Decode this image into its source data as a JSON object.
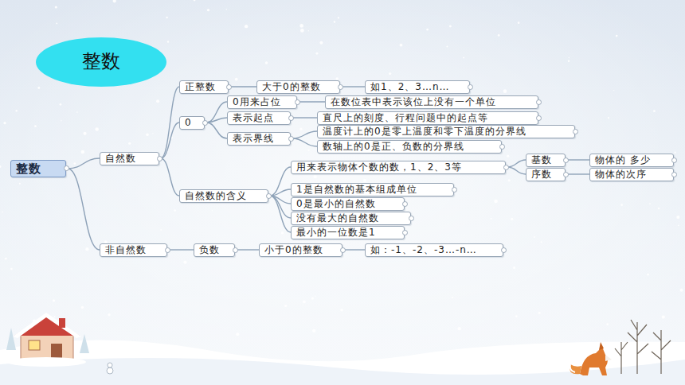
{
  "diagram": {
    "title": "整数",
    "nodes": [
      {
        "text": [
          "整数"
        ]
      },
      {
        "text": [
          "自然数"
        ]
      },
      {
        "text": [
          "非自然数"
        ]
      },
      {
        "text": [
          "正整数"
        ]
      },
      {
        "text": [
          "0"
        ]
      },
      {
        "text": [
          "自然数的含义"
        ]
      },
      {
        "text": [
          "大于0的整数"
        ]
      },
      {
        "text": [
          "如1、2、3…n…"
        ]
      },
      {
        "text": [
          "0用来占位"
        ]
      },
      {
        "text": [
          "在数位表中表示该位上没有一个单位"
        ]
      },
      {
        "text": [
          "表示起点"
        ]
      },
      {
        "text": [
          "直尺上的刻度、行程问题中的起点等"
        ]
      },
      {
        "text": [
          "表示界线"
        ]
      },
      {
        "text": [
          "温度计上的0是零上温度和零下温度的分界线"
        ]
      },
      {
        "text": [
          "数轴上的0是正、负数的分界线"
        ]
      },
      {
        "text": [
          "用来表示物体个数的数，1、2、3等"
        ]
      },
      {
        "text": [
          "基数"
        ]
      },
      {
        "text": [
          "物体的 多少"
        ]
      },
      {
        "text": [
          "序数"
        ]
      },
      {
        "text": [
          "物体的次序"
        ]
      },
      {
        "text": [
          "1是自然数的基本组成单位"
        ]
      },
      {
        "text": [
          "0是最小的自然数"
        ]
      },
      {
        "text": [
          "没有最大的自然数"
        ]
      },
      {
        "text": [
          "最小的一位数是1"
        ]
      },
      {
        "text": [
          "负数"
        ]
      },
      {
        "text": [
          "小于0的整数"
        ]
      },
      {
        "text": [
          "如：-1、-2、-3…-n…"
        ]
      }
    ],
    "edges": [
      {
        "from": 0,
        "to": 1,
        "arrow": "none"
      },
      {
        "from": 0,
        "to": 2,
        "arrow": "none"
      },
      {
        "from": 1,
        "to": 3,
        "arrow": "none"
      },
      {
        "from": 1,
        "to": 4,
        "arrow": "none"
      },
      {
        "from": 1,
        "to": 5,
        "arrow": "none"
      },
      {
        "from": 3,
        "to": 6,
        "arrow": "none"
      },
      {
        "from": 6,
        "to": 7,
        "arrow": "none"
      },
      {
        "from": 4,
        "to": 8,
        "arrow": "none"
      },
      {
        "from": 4,
        "to": 10,
        "arrow": "none"
      },
      {
        "from": 4,
        "to": 12,
        "arrow": "none"
      },
      {
        "from": 8,
        "to": 9,
        "arrow": "none"
      },
      {
        "from": 10,
        "to": 11,
        "arrow": "none"
      },
      {
        "from": 12,
        "to": 13,
        "arrow": "none"
      },
      {
        "from": 12,
        "to": 14,
        "arrow": "none"
      },
      {
        "from": 5,
        "to": 15,
        "arrow": "none"
      },
      {
        "from": 5,
        "to": 20,
        "arrow": "none"
      },
      {
        "from": 5,
        "to": 21,
        "arrow": "none"
      },
      {
        "from": 5,
        "to": 22,
        "arrow": "none"
      },
      {
        "from": 5,
        "to": 23,
        "arrow": "none"
      },
      {
        "from": 15,
        "to": 16,
        "arrow": "none"
      },
      {
        "from": 15,
        "to": 18,
        "arrow": "none"
      },
      {
        "from": 16,
        "to": 17,
        "arrow": "none"
      },
      {
        "from": 18,
        "to": 19,
        "arrow": "none"
      },
      {
        "from": 2,
        "to": 24,
        "arrow": "none"
      },
      {
        "from": 24,
        "to": 25,
        "arrow": "none"
      },
      {
        "from": 25,
        "to": 26,
        "arrow": "none"
      }
    ]
  }
}
